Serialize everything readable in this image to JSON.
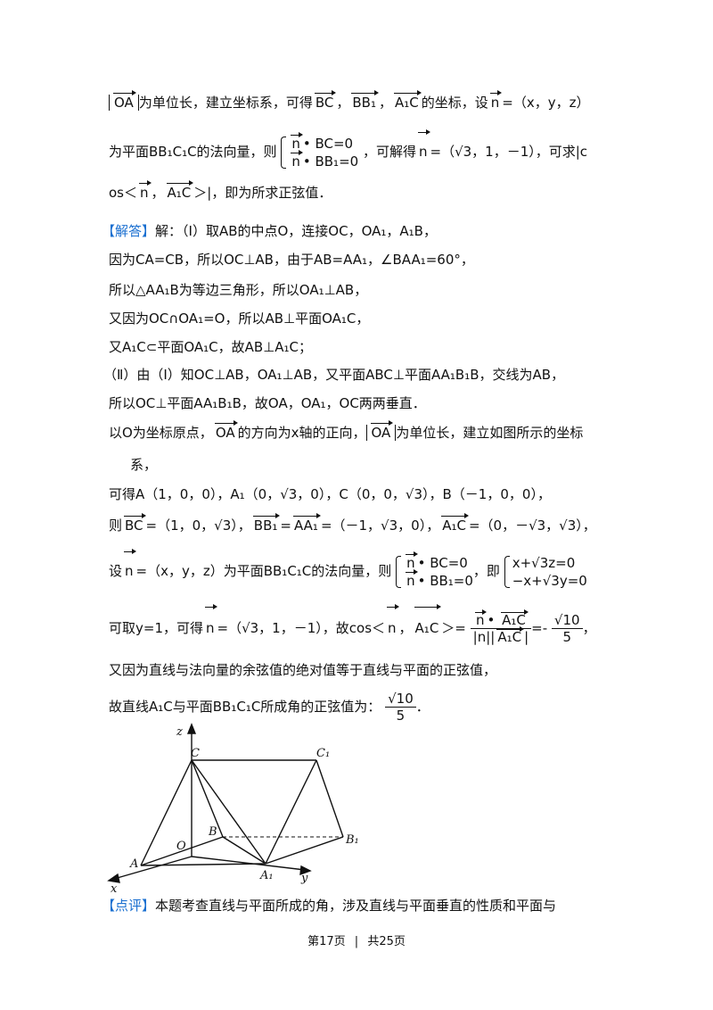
{
  "lines": {
    "l1a": "为单位长，建立坐标系，可得",
    "l1b": "的坐标，设",
    "l1c": "=（x，y，z）",
    "l2a": "为平面BB₁C₁C的法向量，则",
    "sys1a": "• BC=0",
    "sys1b": "• BB₁=0",
    "l2b": "，可解得",
    "l2c": "=（√3，1，－1），可求|c",
    "l3a": "os＜",
    "l3b": "，",
    "l3c": "＞|，即为所求正弦值．",
    "jieda_tag": "【解答】",
    "l4": "解：（Ⅰ）取AB的中点O，连接OC，OA₁，A₁B，",
    "l5": "因为CA=CB，所以OC⊥AB，由于AB=AA₁，∠BAA₁=60°，",
    "l6": "所以△AA₁B为等边三角形，所以OA₁⊥AB，",
    "l7": "又因为OC∩OA₁=O，所以AB⊥平面OA₁C，",
    "l8": "又A₁C⊂平面OA₁C，故AB⊥A₁C；",
    "l9": "（Ⅱ）由（Ⅰ）知OC⊥AB，OA₁⊥AB，又平面ABC⊥平面AA₁B₁B，交线为AB，",
    "l10": "所以OC⊥平面AA₁B₁B，故OA，OA₁，OC两两垂直．",
    "l11a": "以O为坐标原点，",
    "l11b": "的方向为x轴的正向，",
    "l11c": "为单位长，建立如图所示的坐标",
    "l12": "系，",
    "l13": "可得A（1，0，0），A₁（0，√3，0），C（0，0，√3），B（－1，0，0），",
    "l14a": "则",
    "l14b": "=（1，0，√3），",
    "l14c": "=",
    "l14d": "=（－1，√3，0），",
    "l14e": "=（0，－√3，√3），",
    "l15a": "设",
    "l15b": "=（x，y，z）为平面BB₁C₁C的法向量，则",
    "l15c": "，即",
    "sys2a": "x+√3z=0",
    "sys2b": "−x+√3y=0",
    "l16a": "可取y=1，可得",
    "l16b": "=（√3，1，－1），故cos＜",
    "l16c": "，",
    "l16d": "＞=",
    "frac_num": "• ",
    "frac_den_a": "|n||",
    "frac_den_b": "|",
    "l16e": "=",
    "l16f": "，",
    "l17": "又因为直线与法向量的余弦值的绝对值等于直线与平面的正弦值，",
    "l18": "故直线A₁C与平面BB₁C₁C所成角的正弦值为：",
    "l18b": "．",
    "dianping_tag": "【点评】",
    "l19": "本题考查直线与平面所成的角，涉及直线与平面垂直的性质和平面与"
  },
  "vectors": {
    "OA": "OA",
    "BC": "BC",
    "BB1": "BB₁",
    "A1C": "A₁C",
    "AA1": "AA₁",
    "n": "n"
  },
  "values": {
    "ans_num": "√10",
    "ans_neg": "-",
    "ans_den": "5"
  },
  "figure": {
    "labels": {
      "z": "z",
      "C": "C",
      "C1": "C₁",
      "B": "B",
      "O": "O",
      "A": "A",
      "A1": "A₁",
      "B1": "B₁",
      "x": "x",
      "y": "y"
    }
  },
  "footer": {
    "page": "第17页",
    "sep": "|",
    "total": "共25页"
  }
}
